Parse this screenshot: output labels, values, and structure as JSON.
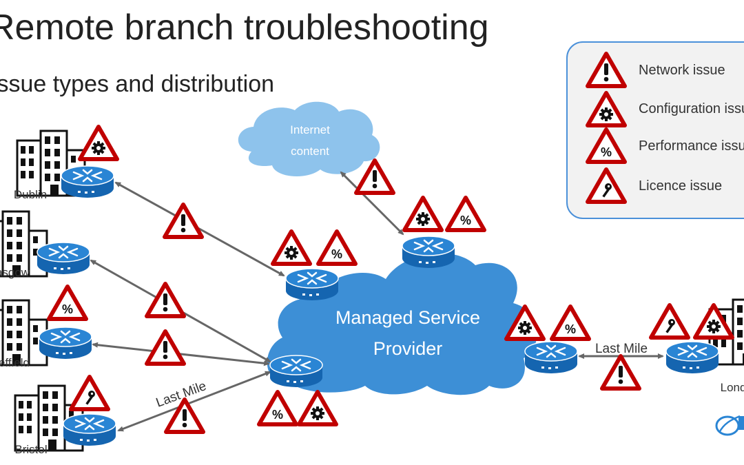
{
  "slide": {
    "title": "Remote branch troubleshooting",
    "subtitle": "Issue types and distribution"
  },
  "legend": {
    "network": "Network issue",
    "configuration": "Configuration issue",
    "performance": "Performance issue",
    "licence": "Licence issue"
  },
  "clouds": {
    "internet_line1": "Internet",
    "internet_line2": "content",
    "msp_line1": "Managed Service",
    "msp_line2": "Provider"
  },
  "branches": {
    "dublin": "Dublin",
    "glasgow": "Glasgow",
    "sheffield": "Sheffield",
    "bristol": "Bristol",
    "london": "London"
  },
  "links": {
    "last_mile_left": "Last Mile",
    "last_mile_right": "Last Mile"
  },
  "colors": {
    "router_blue": "#1f78c8",
    "cloud_blue": "#3d8fd6",
    "internet_cloud": "#8ec3ec",
    "warning_red": "#c00000",
    "link_gray": "#666666"
  }
}
